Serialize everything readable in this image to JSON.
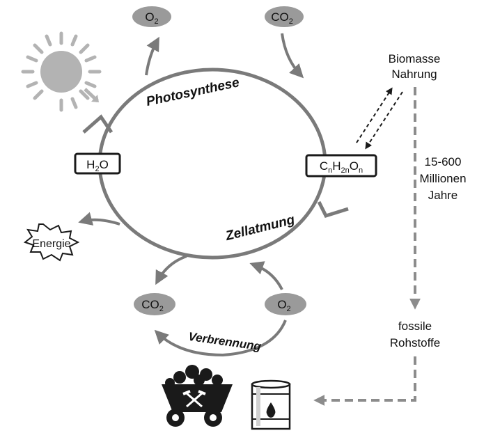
{
  "labels": {
    "o2_top": "O2",
    "co2_top": "CO2",
    "photosynthese": "Photosynthese",
    "zellatmung": "Zellatmung",
    "verbrennung": "Verbrennung",
    "h2o": "H2O",
    "glucose": "CnH2nOn",
    "energie": "Energie",
    "co2_bottom": "CO2",
    "o2_bottom": "O2",
    "biomasse_line1": "Biomasse",
    "biomasse_line2": "Nahrung",
    "time_line1": "15-600",
    "time_line2": "Millionen",
    "time_line3": "Jahre",
    "fossil_line1": "fossile",
    "fossil_line2": "Rohstoffe"
  },
  "colors": {
    "cycle_gray": "#7a7a7a",
    "oval_fill": "#9a9a9a",
    "sun_fill": "#b3b3b3",
    "dashed_gray": "#8c8c8c",
    "dark": "#1a1a1a"
  },
  "icons": [
    "sun-icon",
    "coal-cart-icon",
    "oil-barrel-icon",
    "energy-burst-icon"
  ]
}
